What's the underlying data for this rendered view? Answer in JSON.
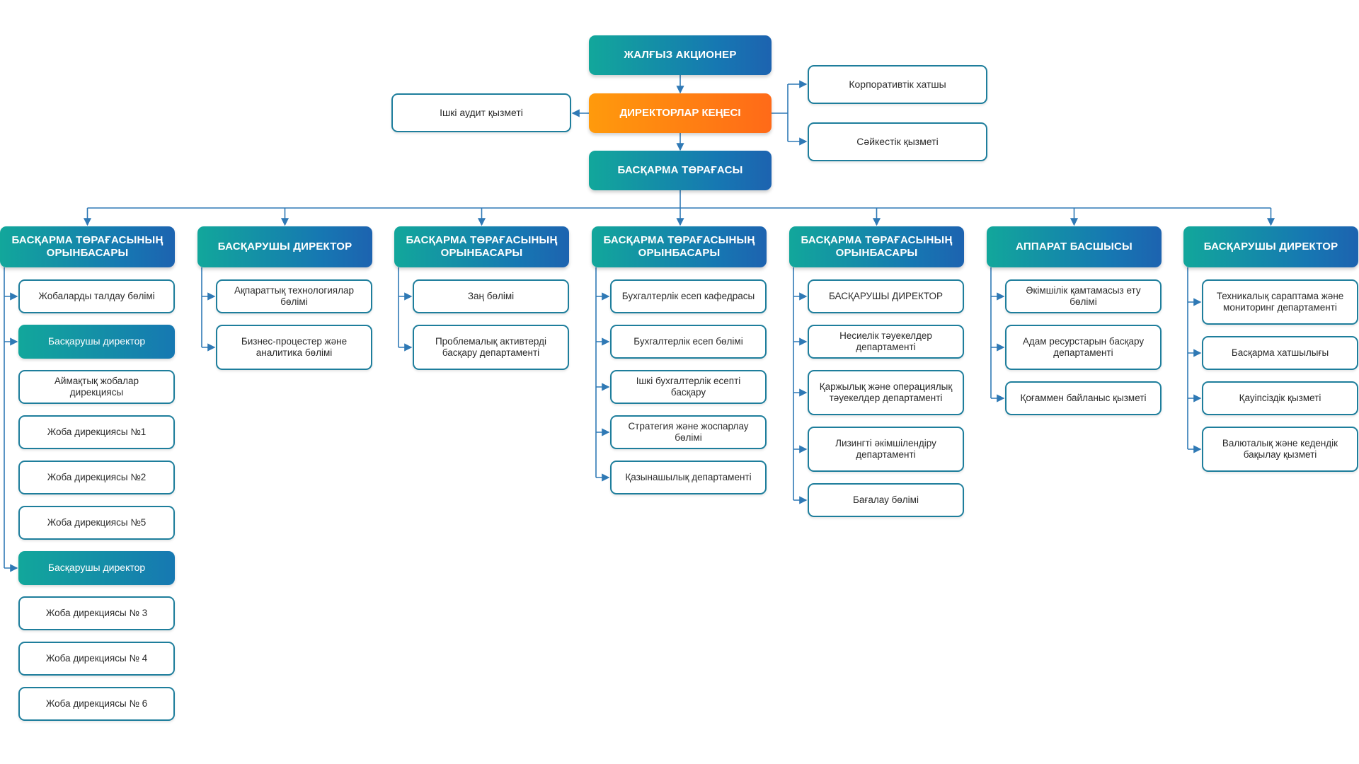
{
  "top": {
    "shareholder": "ЖАЛҒЫЗ АКЦИОНЕР",
    "board": "ДИРЕКТОРЛАР КЕҢЕСІ",
    "audit": "Ішкі аудит қызметі",
    "secretary": "Корпоративтік хатшы",
    "compliance": "Сәйкестік қызметі",
    "chairman": "БАСҚАРМА ТӨРАҒАСЫ"
  },
  "columns": [
    {
      "head": "БАСҚАРМА ТӨРАҒАСЫНЫҢ ОРЫНБАСАРЫ",
      "items": [
        {
          "label": "Жобаларды талдау бөлімі",
          "kind": "unit"
        },
        {
          "label": "Басқарушы директор",
          "kind": "sub"
        },
        {
          "label": "Аймақтық жобалар дирекциясы",
          "kind": "unit"
        },
        {
          "label": "Жоба дирекциясы №1",
          "kind": "unit"
        },
        {
          "label": "Жоба дирекциясы №2",
          "kind": "unit"
        },
        {
          "label": "Жоба дирекциясы №5",
          "kind": "unit"
        },
        {
          "label": "Басқарушы директор",
          "kind": "sub"
        },
        {
          "label": "Жоба дирекциясы № 3",
          "kind": "unit"
        },
        {
          "label": "Жоба дирекциясы № 4",
          "kind": "unit"
        },
        {
          "label": "Жоба дирекциясы № 6",
          "kind": "unit"
        }
      ]
    },
    {
      "head": "БАСҚАРУШЫ ДИРЕКТОР",
      "items": [
        {
          "label": "Ақпараттық технологиялар бөлімі",
          "kind": "unit"
        },
        {
          "label": "Бизнес-процестер және аналитика бөлімі",
          "kind": "unit"
        }
      ]
    },
    {
      "head": "БАСҚАРМА ТӨРАҒАСЫНЫҢ ОРЫНБАСАРЫ",
      "items": [
        {
          "label": "Заң бөлімі",
          "kind": "unit"
        },
        {
          "label": "Проблемалық активтерді басқару департаменті",
          "kind": "unit"
        }
      ]
    },
    {
      "head": "БАСҚАРМА ТӨРАҒАСЫНЫҢ ОРЫНБАСАРЫ",
      "items": [
        {
          "label": "Бухгалтерлік есеп кафедрасы",
          "kind": "unit"
        },
        {
          "label": "Бухгалтерлік есеп бөлімі",
          "kind": "unit"
        },
        {
          "label": "Ішкі бухгалтерлік есепті басқару",
          "kind": "unit"
        },
        {
          "label": "Стратегия және жоспарлау бөлімі",
          "kind": "unit"
        },
        {
          "label": "Қазынашылық департаменті",
          "kind": "unit"
        }
      ]
    },
    {
      "head": "БАСҚАРМА ТӨРАҒАСЫНЫҢ ОРЫНБАСАРЫ",
      "items": [
        {
          "label": "БАСҚАРУШЫ ДИРЕКТОР",
          "kind": "unit"
        },
        {
          "label": "Несиелік тәуекелдер департаменті",
          "kind": "unit"
        },
        {
          "label": "Қаржылық және операциялық тәуекелдер департаменті",
          "kind": "unit"
        },
        {
          "label": "Лизингті әкімшілендіру департаменті",
          "kind": "unit"
        },
        {
          "label": "Бағалау бөлімі",
          "kind": "unit"
        }
      ]
    },
    {
      "head": "АППАРАТ БАСШЫСЫ",
      "items": [
        {
          "label": "Әкімшілік қамтамасыз ету бөлімі",
          "kind": "unit"
        },
        {
          "label": "Адам ресурстарын басқару департаменті",
          "kind": "unit"
        },
        {
          "label": "Қоғаммен байланыс қызметі",
          "kind": "unit"
        }
      ]
    },
    {
      "head": "БАСҚАРУШЫ ДИРЕКТОР",
      "items": [
        {
          "label": "Техникалық сараптама және мониторинг департаменті",
          "kind": "unit"
        },
        {
          "label": "Басқарма хатшылығы",
          "kind": "unit"
        },
        {
          "label": "Қауіпсіздік қызметі",
          "kind": "unit"
        },
        {
          "label": "Валюталық және кедендік бақылау қызметі",
          "kind": "unit"
        }
      ]
    }
  ],
  "colors": {
    "head_start": "#12a79b",
    "head_end": "#1d63b0",
    "board_start": "#ff9a0c",
    "board_end": "#ff6a18",
    "unit_border": "#1e7e9c",
    "line": "#2f79b5"
  }
}
